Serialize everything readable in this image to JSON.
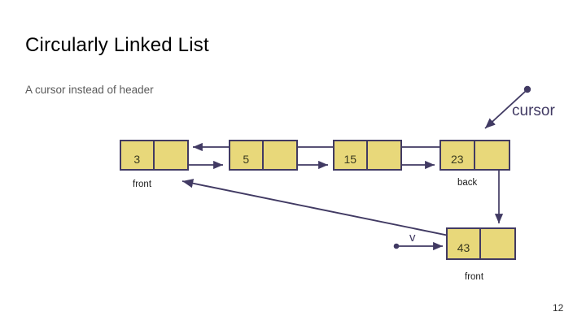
{
  "slide": {
    "title": "Circularly Linked List",
    "subtitle": "A cursor instead of header",
    "page_number": "12",
    "colors": {
      "node_fill": "#e8d87a",
      "node_border": "#413a63",
      "arrow": "#413a63",
      "title_text": "#000000",
      "subtitle_text": "#5a5a5a",
      "cursor_text": "#413a63"
    }
  },
  "diagram": {
    "nodes": [
      {
        "value": "3",
        "caption": "front"
      },
      {
        "value": "5",
        "caption": ""
      },
      {
        "value": "15",
        "caption": ""
      },
      {
        "value": "23",
        "caption": "back"
      },
      {
        "value": "43",
        "caption": "front"
      }
    ],
    "labels": {
      "cursor": "cursor",
      "v": "v",
      "front_top": "front",
      "back": "back",
      "front_bottom": "front"
    }
  }
}
